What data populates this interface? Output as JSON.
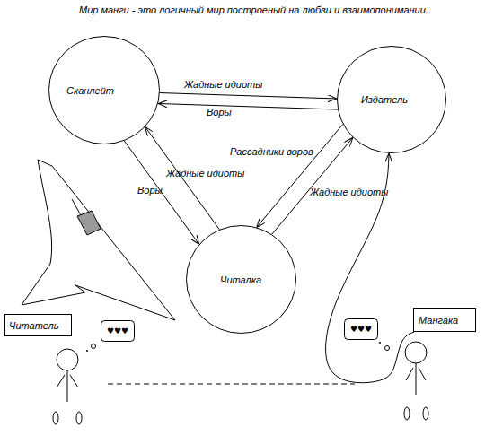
{
  "diagram": {
    "title": "Мир манги - это логичный мир построеный на любви и взаимопонимании..",
    "nodes": [
      {
        "text": [
          "Сканлейт"
        ]
      },
      {
        "text": [
          "Издатель"
        ]
      },
      {
        "text": [
          "Читалка"
        ]
      },
      {
        "text": [
          "Читатель"
        ]
      },
      {
        "text": [
          "♥♥♥"
        ]
      },
      {
        "text": [
          "♥♥♥"
        ]
      },
      {
        "text": [
          "Мангака"
        ]
      }
    ],
    "edges": [
      {
        "from": 0,
        "to": 1,
        "label": "Жадные идиоты",
        "arrow": "to"
      },
      {
        "from": 1,
        "to": 0,
        "label": "Воры",
        "arrow": "to"
      },
      {
        "from": 2,
        "to": 0,
        "label": "Жадные идиоты",
        "arrow": "to"
      },
      {
        "from": 0,
        "to": 2,
        "label": "Воры",
        "arrow": "to"
      },
      {
        "from": 1,
        "to": 2,
        "label": "Рассадники воров",
        "arrow": "to"
      },
      {
        "from": 2,
        "to": 1,
        "label": "Жадные идиоты",
        "arrow": "to"
      },
      {
        "from": 6,
        "to": 1,
        "arrow": "to"
      }
    ]
  }
}
